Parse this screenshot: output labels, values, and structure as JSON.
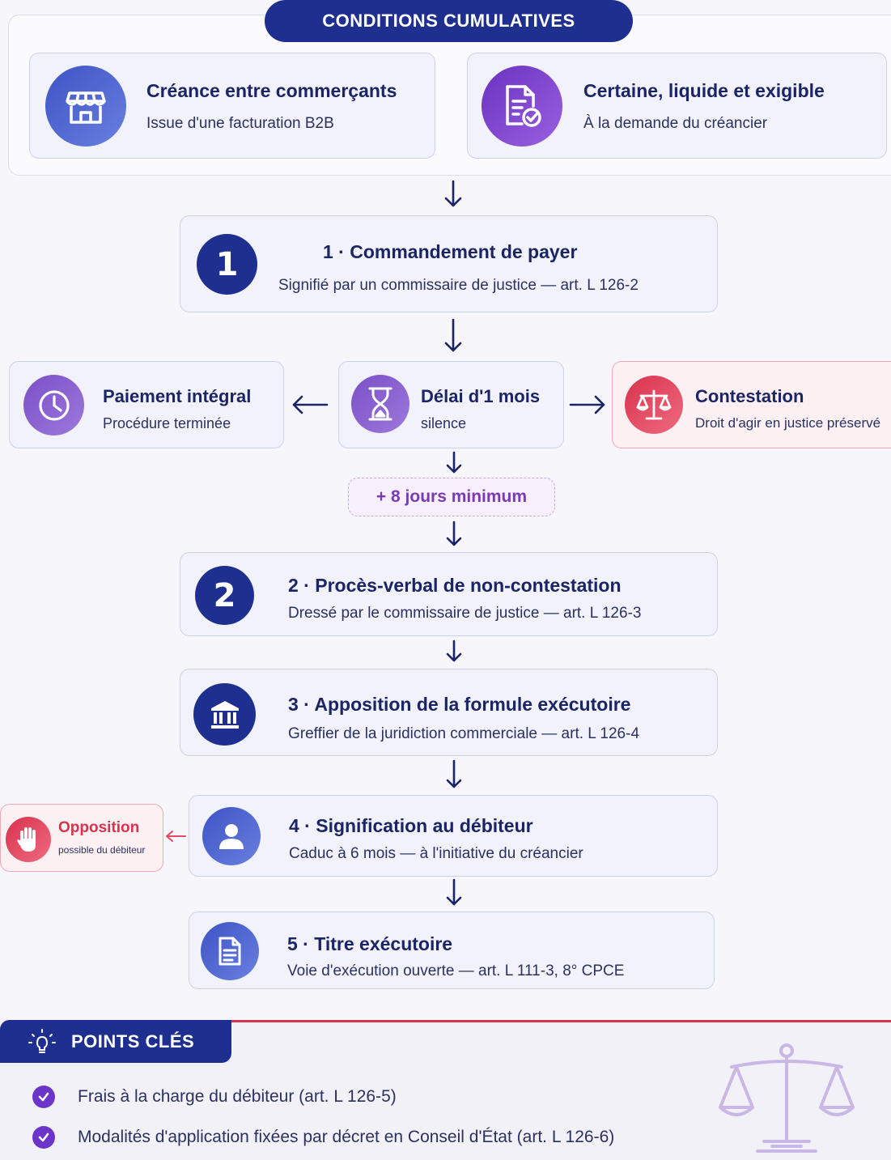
{
  "conditions": {
    "banner": "CONDITIONS CUMULATIVES",
    "left": {
      "title": "Créance entre commerçants",
      "subtitle": "Issue d'une facturation B2B",
      "icon": "storefront-icon"
    },
    "right": {
      "title": "Certaine, liquide et exigible",
      "subtitle": "À la demande du créancier",
      "icon": "document-check-icon"
    }
  },
  "steps": [
    {
      "number": "1",
      "title": "1 · Commandement de payer",
      "subtitle": "Signifié par un commissaire de justice — art. L 126-2"
    },
    {
      "number": "2",
      "title": "2 · Procès-verbal de non-contestation",
      "subtitle": "Dressé par le commissaire de justice — art. L 126-3"
    },
    {
      "title": "3 · Apposition de la formule exécutoire",
      "subtitle": "Greffier de la juridiction commerciale — art. L 126-4",
      "icon": "courthouse-icon"
    },
    {
      "title": "4 · Signification au débiteur",
      "subtitle": "Caduc à 6 mois — à l'initiative du créancier",
      "icon": "person-icon"
    },
    {
      "title": "5 · Titre exécutoire",
      "subtitle": "Voie d'exécution ouverte — art. L 111-3, 8° CPCE",
      "icon": "document-icon"
    }
  ],
  "branch": {
    "left": {
      "title": "Paiement intégral",
      "subtitle": "Procédure terminée",
      "icon": "clock-icon"
    },
    "center": {
      "title": "Délai d'1 mois",
      "subtitle": "silence",
      "icon": "hourglass-icon"
    },
    "right": {
      "title": "Contestation",
      "subtitle": "Droit d'agir en justice préservé",
      "icon": "scales-icon"
    }
  },
  "delay_pill": "+ 8 jours minimum",
  "opposition": {
    "title": "Opposition",
    "subtitle": "possible du débiteur",
    "icon": "hand-stop-icon"
  },
  "key_points": {
    "banner": "POINTS CLÉS",
    "items": [
      "Frais à la charge du débiteur (art. L 126-5)",
      "Modalités d'application fixées par décret en Conseil d'État (art. L 126-6)"
    ]
  },
  "colors": {
    "navy": "#1f2f8f",
    "purple": "#7b4fc7",
    "red": "#e04a63",
    "indigo": "#4a5cc4"
  }
}
